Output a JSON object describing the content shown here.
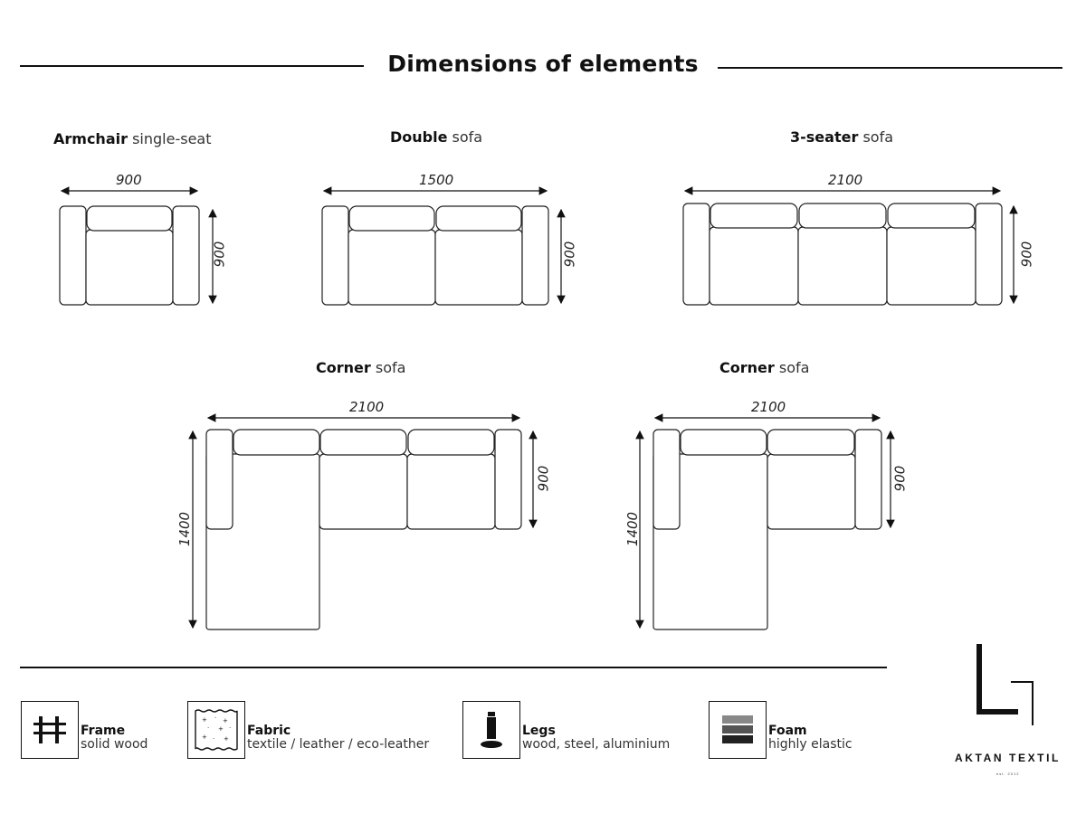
{
  "title": "Dimensions of elements",
  "items": {
    "armchair": {
      "bold": "Armchair",
      "light": "single-seat",
      "width": "900",
      "depth": "900"
    },
    "double": {
      "bold": "Double",
      "light": "sofa",
      "width": "1500",
      "depth": "900"
    },
    "three": {
      "bold": "3-seater",
      "light": "sofa",
      "width": "2100",
      "depth": "900"
    },
    "corner1": {
      "bold": "Corner",
      "light": "sofa",
      "width": "2100",
      "depth": "900",
      "length": "1400"
    },
    "corner2": {
      "bold": "Corner",
      "light": "sofa",
      "width": "2100",
      "depth": "900",
      "length": "1400"
    }
  },
  "legend": [
    {
      "icon": "frame-icon",
      "title": "Frame",
      "desc": "solid wood"
    },
    {
      "icon": "fabric-icon",
      "title": "Fabric",
      "desc": "textile / leather / eco-leather"
    },
    {
      "icon": "leg-icon",
      "title": "Legs",
      "desc": "wood, steel, aluminium"
    },
    {
      "icon": "foam-icon",
      "title": "Foam",
      "desc": "highly elastic"
    }
  ],
  "brand": {
    "name": "AKTAN TEXTIL",
    "sub": "est. 2012"
  }
}
